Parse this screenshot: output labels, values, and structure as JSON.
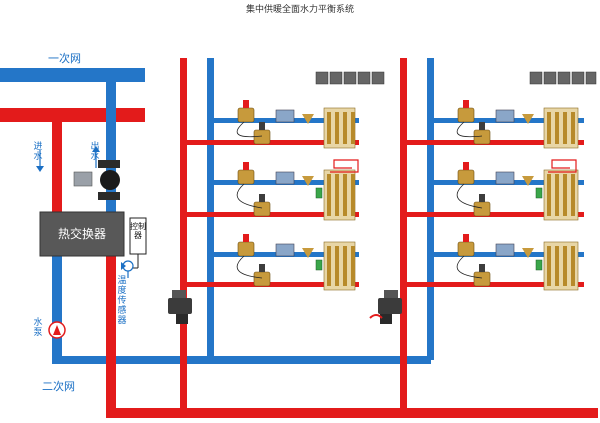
{
  "title": "集中供暖全面水力平衡系统",
  "labels": {
    "primary_network": "一次网",
    "secondary_network": "二次网",
    "heat_exchanger": "热交换器",
    "controller": "控制器",
    "temperature_sensor": "温度传感器",
    "water_pump": "水泵",
    "water_in": "进水",
    "water_out": "出水"
  },
  "colors": {
    "supply": "#e31b1b",
    "return": "#2476c8",
    "heat_exchanger": "#585858",
    "text_blue": "#1a6fc4"
  },
  "icons": [
    "balancing-valve-icon",
    "pump-icon",
    "heat-meter-icon",
    "filter-icon",
    "manifold-icon",
    "floor-heating-coil-icon",
    "radiator-icon"
  ]
}
